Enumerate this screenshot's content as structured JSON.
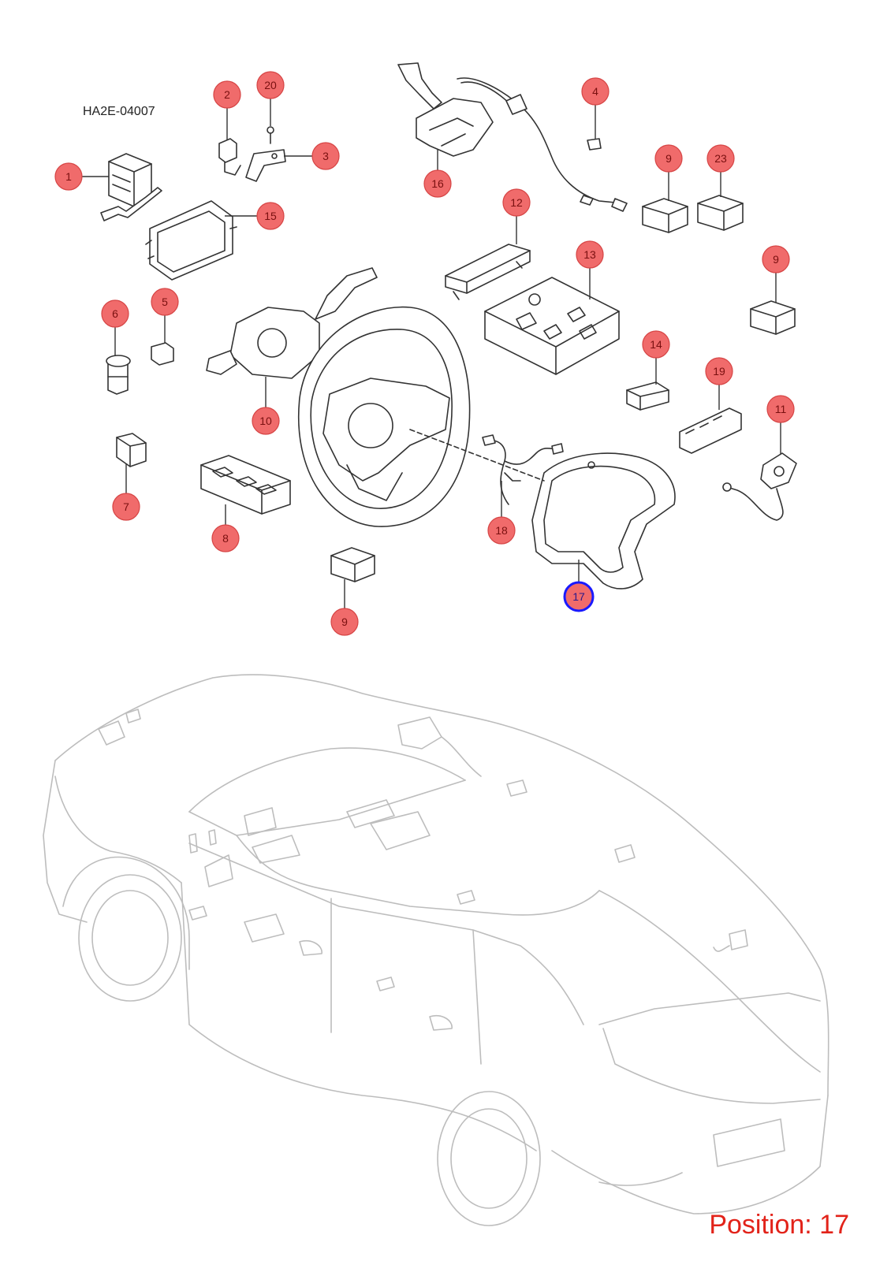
{
  "diagram_code": "HA2E-04007",
  "position_label": "Position: 17",
  "selected_callout": "17",
  "colors": {
    "callout_fill": "#f06b6b",
    "callout_stroke": "#d64545",
    "selected_fill": "#f06b6b",
    "selected_stroke": "#1a1aff",
    "position_text": "#e2231a",
    "line_art": "#333333",
    "car_outline": "#bdbdbd"
  },
  "callouts": [
    {
      "id": "c1",
      "label": "1"
    },
    {
      "id": "c2",
      "label": "2"
    },
    {
      "id": "c20",
      "label": "20"
    },
    {
      "id": "c3",
      "label": "3"
    },
    {
      "id": "c4",
      "label": "4"
    },
    {
      "id": "c16",
      "label": "16"
    },
    {
      "id": "c9a",
      "label": "9"
    },
    {
      "id": "c23",
      "label": "23"
    },
    {
      "id": "c15",
      "label": "15"
    },
    {
      "id": "c12",
      "label": "12"
    },
    {
      "id": "c13",
      "label": "13"
    },
    {
      "id": "c9b",
      "label": "9"
    },
    {
      "id": "c6",
      "label": "6"
    },
    {
      "id": "c5",
      "label": "5"
    },
    {
      "id": "c14",
      "label": "14"
    },
    {
      "id": "c19",
      "label": "19"
    },
    {
      "id": "c10",
      "label": "10"
    },
    {
      "id": "c11",
      "label": "11"
    },
    {
      "id": "c7",
      "label": "7"
    },
    {
      "id": "c18",
      "label": "18"
    },
    {
      "id": "c8",
      "label": "8"
    },
    {
      "id": "c17",
      "label": "17"
    },
    {
      "id": "c9c",
      "label": "9"
    }
  ]
}
